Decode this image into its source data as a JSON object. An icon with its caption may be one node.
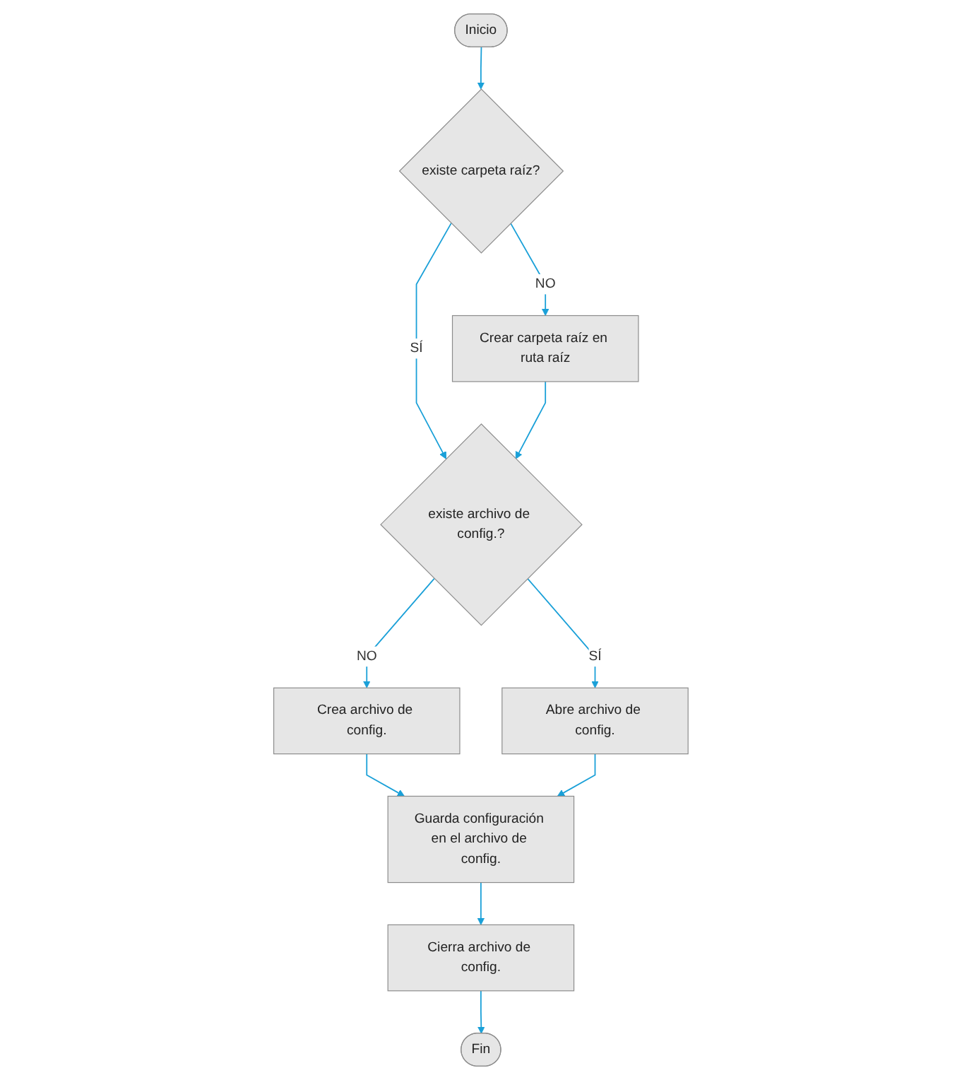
{
  "diagram": {
    "nodes": [
      {
        "text": [
          "Inicio"
        ]
      },
      {
        "text": [
          "existe carpeta raíz?"
        ]
      },
      {
        "text": [
          "Crear carpeta raíz en ruta raíz"
        ]
      },
      {
        "text": [
          "existe archivo de config.?"
        ]
      },
      {
        "text": [
          "Crea archivo de config."
        ]
      },
      {
        "text": [
          "Abre archivo de config."
        ]
      },
      {
        "text": [
          "Guarda configuración en el archivo de config."
        ]
      },
      {
        "text": [
          "Cierra archivo de config."
        ]
      },
      {
        "text": [
          "Fin"
        ]
      }
    ],
    "edges": [
      {
        "from": 0,
        "to": 1,
        "arrow": "to"
      },
      {
        "from": 1,
        "to": 2,
        "arrow": "to",
        "label": "NO"
      },
      {
        "from": 1,
        "to": 3,
        "arrow": "to",
        "label": "SÍ"
      },
      {
        "from": 2,
        "to": 3,
        "arrow": "to"
      },
      {
        "from": 3,
        "to": 4,
        "arrow": "to",
        "label": "NO"
      },
      {
        "from": 3,
        "to": 5,
        "arrow": "to",
        "label": "SÍ"
      },
      {
        "from": 4,
        "to": 6,
        "arrow": "to"
      },
      {
        "from": 5,
        "to": 6,
        "arrow": "to"
      },
      {
        "from": 6,
        "to": 7,
        "arrow": "to"
      },
      {
        "from": 7,
        "to": 8,
        "arrow": "to"
      }
    ]
  }
}
